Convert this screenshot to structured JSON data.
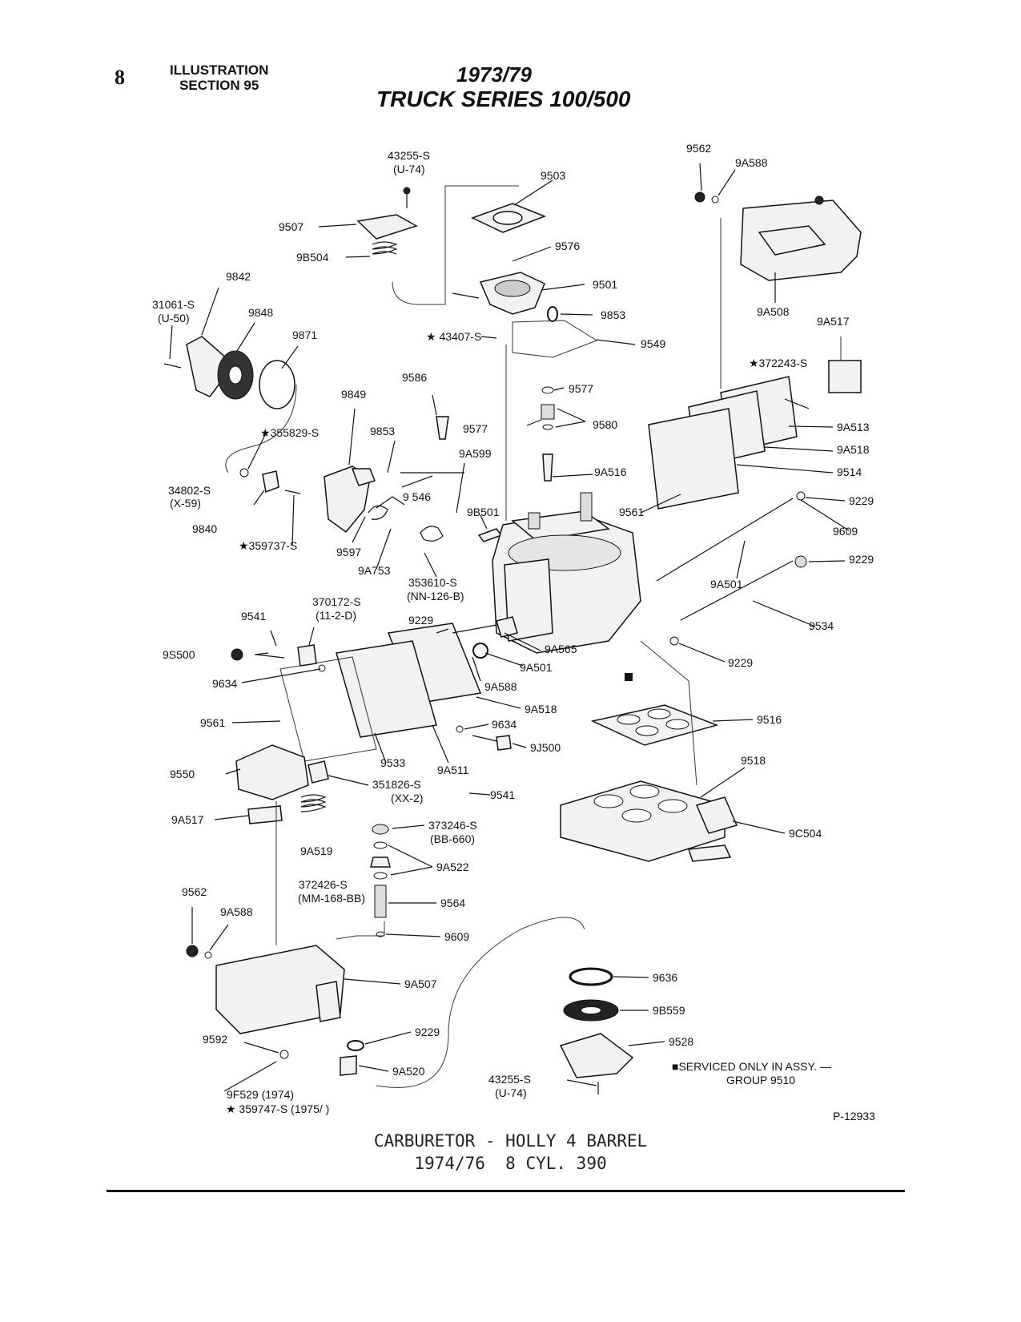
{
  "header": {
    "page_number": "8",
    "section_line1": "ILLUSTRATION",
    "section_line2": "SECTION 95",
    "years": "1973/79",
    "series": "TRUCK SERIES 100/500"
  },
  "caption": {
    "line1": "CARBURETOR - HOLLY 4 BARREL",
    "line2": "1974/76  8 CYL. 390"
  },
  "drawing_number": "P-12933",
  "service_note": {
    "line1": "■SERVICED ONLY IN ASSY. —",
    "line2": "GROUP 9510"
  },
  "labels": [
    "43255-S",
    "(U-74)",
    "9503",
    "9562",
    "9A588",
    "9507",
    "9576",
    "9B504",
    "9842",
    "9501",
    "31061-S",
    "(U-50)",
    "9848",
    "9853",
    "9A508",
    "★ 43407-S",
    "9549",
    "9871",
    "9A517",
    "★372243-S",
    "9849",
    "9586",
    "9577",
    "9853",
    "★355829-S",
    "9580",
    "9A513",
    "9577",
    "9A599",
    "9A518",
    "9A516",
    "9514",
    "34802-S",
    "(X-59)",
    "9 546",
    "9B501",
    "9561",
    "9229",
    "9840",
    "★359737-S",
    "9609",
    "9597",
    "9A753",
    "9229",
    "353610-S",
    "(NN-126-B)",
    "9A501",
    "370172-S",
    "(11-2-D)",
    "9541",
    "9229",
    "9534",
    "9S500",
    "9A565",
    "9A501",
    "9229",
    "9634",
    "9A588",
    "9A518",
    "9561",
    "9516",
    "9634",
    "9J500",
    "9533",
    "9A511",
    "9518",
    "9550",
    "351826-S",
    "(XX-2)",
    "9541",
    "9C504",
    "9A517",
    "373246-S",
    "(BB-660)",
    "9A519",
    "9A522",
    "372426-S",
    "(MM-168-BB)",
    "9564",
    "9562",
    "9A588",
    "9609",
    "9A507",
    "9636",
    "9B559",
    "9229",
    "9592",
    "9528",
    "9A520",
    "43255-S",
    "(U-74)",
    "9F529 (1974)",
    "★ 359747-S (1975/ )"
  ]
}
